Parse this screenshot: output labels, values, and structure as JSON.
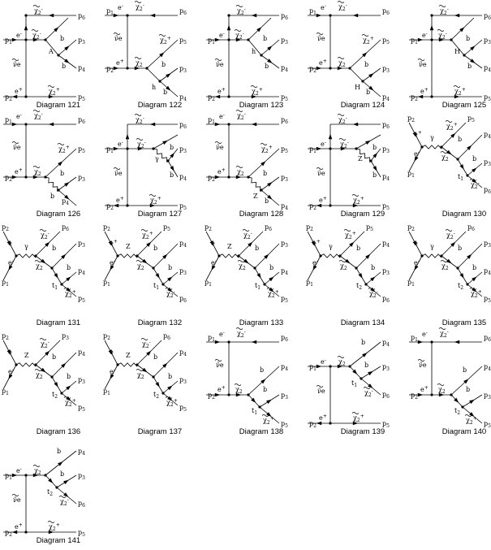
{
  "diagrams": [
    {
      "caption": "Diagram 121",
      "labels": [
        "p1",
        "e-",
        "χ2-",
        "p6",
        "χ2-",
        "b",
        "p3",
        "A",
        "b",
        "p4",
        "ν̃e",
        "e+",
        "χ2+",
        "p2",
        "p5"
      ]
    },
    {
      "caption": "Diagram 122",
      "labels": [
        "p1",
        "e-",
        "χ2-",
        "p6",
        "ν̃e",
        "χ2+",
        "p5",
        "e+",
        "χ2",
        "b",
        "p3",
        "p2",
        "h",
        "b",
        "p4"
      ]
    },
    {
      "caption": "Diagram 123",
      "labels": [
        "p1",
        "e-",
        "χ2-",
        "p6",
        "χ2-",
        "b",
        "p3",
        "h",
        "b",
        "p4",
        "ν̃e",
        "e+",
        "χ2+",
        "p2",
        "p5"
      ]
    },
    {
      "caption": "Diagram 124",
      "labels": [
        "p1",
        "e-",
        "χ2-",
        "p6",
        "ν̃e",
        "χ2+",
        "p5",
        "e+",
        "χ2",
        "b",
        "p3",
        "p2",
        "H",
        "b",
        "p4"
      ]
    },
    {
      "caption": "Diagram 125",
      "labels": [
        "p1",
        "e-",
        "χ2-",
        "p6",
        "χ2-",
        "b",
        "p3",
        "H",
        "b",
        "p4",
        "ν̃e",
        "e+",
        "χ2+",
        "p2",
        "p5"
      ]
    },
    {
      "caption": "Diagram 126",
      "labels": [
        "p1",
        "e-",
        "χ2-",
        "p6",
        "ν̃e",
        "χ2+",
        "p5",
        "e+",
        "χ2",
        "b",
        "p3",
        "p2",
        "b",
        "p4"
      ]
    },
    {
      "caption": "Diagram 127",
      "labels": [
        "p1",
        "e-",
        "χ2-",
        "p6",
        "χ2-",
        "γ",
        "b",
        "p3",
        "b",
        "p4",
        "ν̃e",
        "e+",
        "χ2+",
        "p2",
        "p5"
      ]
    },
    {
      "caption": "Diagram 128",
      "labels": [
        "p1",
        "e-",
        "χ2-",
        "p6",
        "ν̃e",
        "χ2+",
        "p5",
        "e+",
        "χ2",
        "b",
        "p3",
        "p2",
        "Z",
        "b",
        "p4"
      ]
    },
    {
      "caption": "Diagram 129",
      "labels": [
        "p1",
        "e-",
        "χ2-",
        "p6",
        "χ2-",
        "Z",
        "b",
        "p3",
        "b",
        "p4",
        "ν̃e",
        "e+",
        "χ2+",
        "p2",
        "p5"
      ]
    },
    {
      "caption": "Diagram 130",
      "labels": [
        "p2",
        "χ2+",
        "p5",
        "e+",
        "γ",
        "b",
        "p4",
        "e-",
        "χ2",
        "b",
        "p3",
        "t1",
        "χ2-",
        "p1",
        "p6"
      ]
    },
    {
      "caption": "Diagram 131",
      "labels": [
        "p2",
        "χ2-",
        "p6",
        "e",
        "γ",
        "b",
        "p3",
        "e-",
        "χ2",
        "b",
        "p4",
        "t1",
        "χ2+",
        "p1",
        "p5"
      ]
    },
    {
      "caption": "Diagram 132",
      "labels": [
        "p2",
        "χ2+",
        "p5",
        "e+",
        "Z",
        "b",
        "p4",
        "e-",
        "χ2",
        "b",
        "p3",
        "t1",
        "χ2-",
        "p1",
        "p6"
      ]
    },
    {
      "caption": "Diagram 133",
      "labels": [
        "p2",
        "χ2-",
        "p6",
        "e",
        "Z",
        "b",
        "p3",
        "e-",
        "χ2",
        "b",
        "p4",
        "t1",
        "χ2+",
        "p1",
        "p5"
      ]
    },
    {
      "caption": "Diagram 134",
      "labels": [
        "p2",
        "χ2+",
        "p5",
        "e+",
        "γ",
        "b",
        "p4",
        "e-",
        "χ2",
        "b",
        "p3",
        "t2",
        "χ2-",
        "p1",
        "p6"
      ]
    },
    {
      "caption": "Diagram 135",
      "labels": [
        "p2",
        "χ2-",
        "p6",
        "e",
        "γ",
        "b",
        "p3",
        "e-",
        "χ2",
        "b",
        "p4",
        "t2",
        "χ2+",
        "p1",
        "p5"
      ]
    },
    {
      "caption": "Diagram 136",
      "labels": [
        "p2",
        "χ2-",
        "p3",
        "e",
        "Z",
        "b",
        "p4",
        "e-",
        "χ2",
        "b",
        "p3",
        "t2",
        "χ2+",
        "p1",
        "p5"
      ]
    },
    {
      "caption": "Diagram 137",
      "labels": [
        "p2",
        "χ2-",
        "p6",
        "e",
        "Z",
        "b",
        "p4",
        "e-",
        "χ2",
        "b",
        "p3",
        "t2",
        "χ2+",
        "p1",
        "p5"
      ]
    },
    {
      "caption": "Diagram 138",
      "labels": [
        "p1",
        "e-",
        "χ2-",
        "p6",
        "ν̃e",
        "b",
        "p4",
        "e+",
        "χ2",
        "b",
        "p3",
        "p2",
        "t1",
        "χ2+",
        "p5"
      ]
    },
    {
      "caption": "Diagram 139",
      "labels": [
        "p1",
        "e-",
        "χ2",
        "b",
        "p4",
        "b",
        "p3",
        "t1",
        "χ2-",
        "p6",
        "ν̃e",
        "e+",
        "χ2+",
        "p2",
        "p5"
      ]
    },
    {
      "caption": "Diagram 140",
      "labels": [
        "p1",
        "e-",
        "χ2-",
        "p6",
        "ν̃e",
        "b",
        "p4",
        "e+",
        "χ2",
        "b",
        "p3",
        "p2",
        "t2",
        "χ2+",
        "p5"
      ]
    },
    {
      "caption": "Diagram 141",
      "labels": [
        "p1",
        "e-",
        "χ2",
        "b",
        "p4",
        "b",
        "p3",
        "t2",
        "χ2-",
        "p6",
        "ν̃e",
        "e+",
        "χ2+",
        "p2",
        "p5"
      ]
    }
  ]
}
